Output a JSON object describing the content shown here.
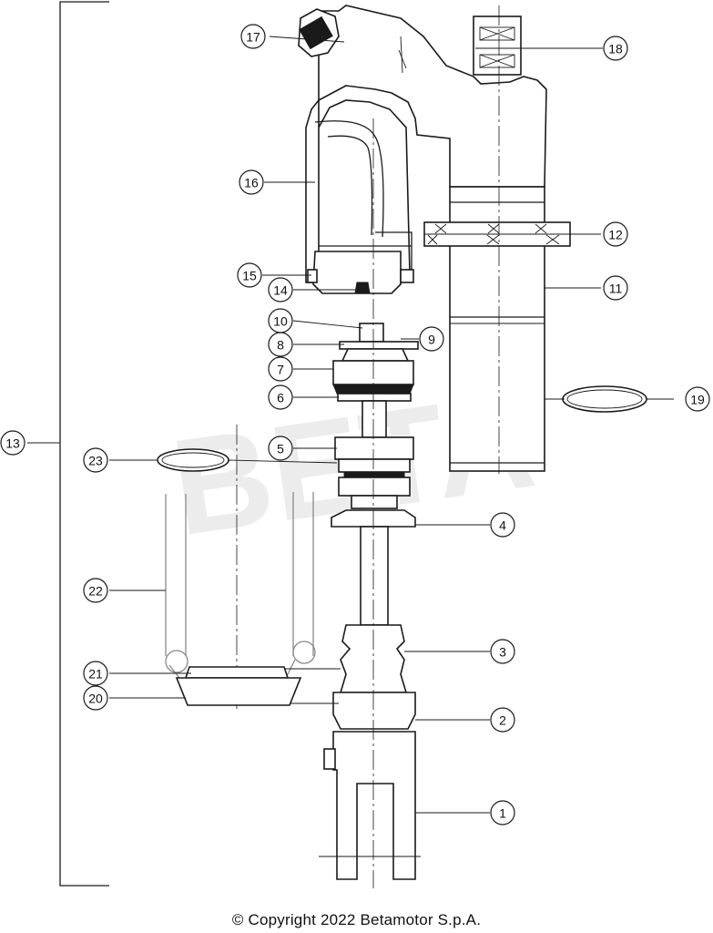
{
  "diagram": {
    "callouts": [
      {
        "id": "callout-1",
        "label": "1"
      },
      {
        "id": "callout-2",
        "label": "2"
      },
      {
        "id": "callout-3",
        "label": "3"
      },
      {
        "id": "callout-4",
        "label": "4"
      },
      {
        "id": "callout-5",
        "label": "5"
      },
      {
        "id": "callout-6",
        "label": "6"
      },
      {
        "id": "callout-7",
        "label": "7"
      },
      {
        "id": "callout-8",
        "label": "8"
      },
      {
        "id": "callout-9",
        "label": "9"
      },
      {
        "id": "callout-10",
        "label": "10"
      },
      {
        "id": "callout-11",
        "label": "11"
      },
      {
        "id": "callout-12",
        "label": "12"
      },
      {
        "id": "callout-13",
        "label": "13"
      },
      {
        "id": "callout-14",
        "label": "14"
      },
      {
        "id": "callout-15",
        "label": "15"
      },
      {
        "id": "callout-16",
        "label": "16"
      },
      {
        "id": "callout-17",
        "label": "17"
      },
      {
        "id": "callout-18",
        "label": "18"
      },
      {
        "id": "callout-19",
        "label": "19"
      },
      {
        "id": "callout-20",
        "label": "20"
      },
      {
        "id": "callout-21",
        "label": "21"
      },
      {
        "id": "callout-22",
        "label": "22"
      },
      {
        "id": "callout-23",
        "label": "23"
      }
    ],
    "watermark": "BETA"
  },
  "footer": {
    "copyright": "© Copyright 2022 Betamotor S.p.A."
  }
}
